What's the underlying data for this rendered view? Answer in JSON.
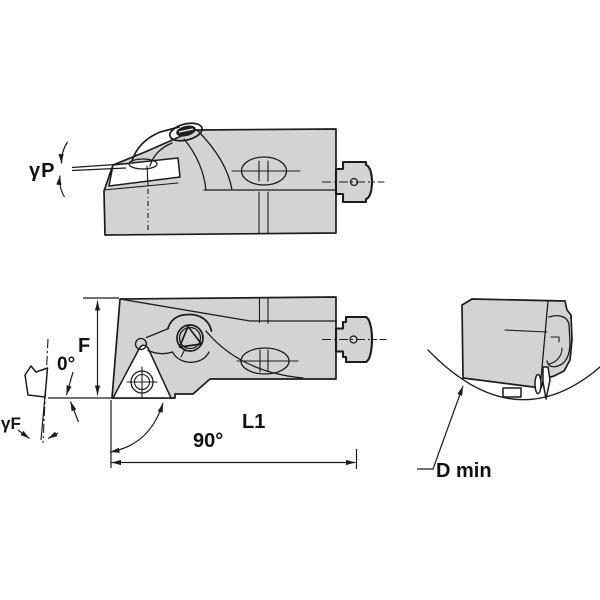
{
  "colors": {
    "body-fill": "#d3d3d3",
    "line": "#1c1c1c",
    "bg": "#ffffff",
    "text": "#111111"
  },
  "labels": {
    "gamma_p": "γP",
    "f": "F",
    "zero_deg": "0°",
    "gamma_f": "γF",
    "l1": "L1",
    "ninety_deg": "90°",
    "d_min": "D min"
  }
}
